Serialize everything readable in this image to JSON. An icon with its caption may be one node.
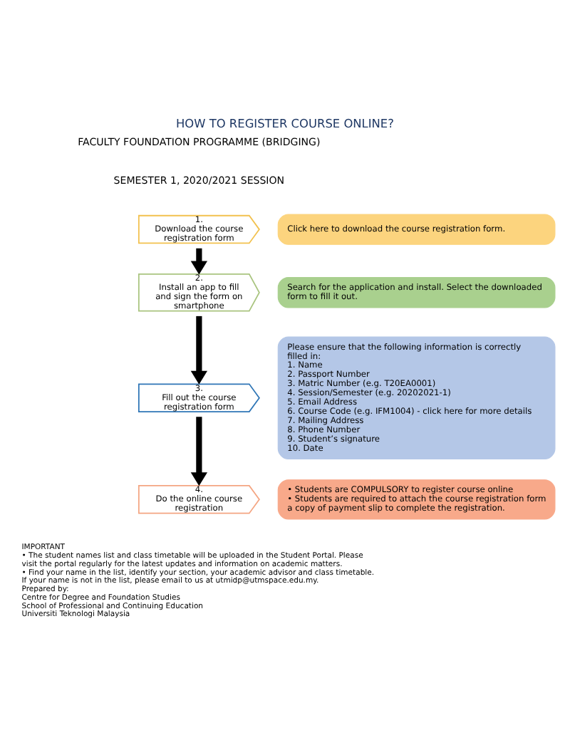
{
  "diagram": {
    "title": "HOW TO REGISTER COURSE ONLINE?",
    "nodes": [
      {
        "text": [
          "1.",
          "Download the course registration form"
        ]
      },
      {
        "text": [
          "Click here to download the course registration form."
        ]
      },
      {
        "text": [
          "2.",
          "Install an app to fill and sign the form on smartphone"
        ]
      },
      {
        "text": [
          "Search for the application and install. Select the downloaded form to fill it out."
        ]
      },
      {
        "text": [
          "3.",
          "Fill out the course registration form"
        ]
      },
      {
        "text": [
          "Please ensure that the following information is correctly filled in:",
          "1. Name",
          "2. Passport Number",
          "3. Matric Number (e.g. T20EA0001)",
          "4. Session/Semester (e.g. 20202021-1)",
          "5. Email Address",
          "6. Course Code (e.g. IFM1004) - click here for more details",
          "7. Mailing Address",
          "8. Phone Number",
          "9. Student’s signature",
          "10. Date"
        ]
      },
      {
        "text": [
          "4.",
          "Do the online course registration"
        ]
      },
      {
        "text": [
          "• Students are COMPULSORY to register course online",
          "• Students are required to attach the course registration form a copy of payment slip to complete the registration."
        ]
      }
    ],
    "edges": [
      {
        "from": 0,
        "to": 2,
        "arrow": "to"
      },
      {
        "from": 2,
        "to": 4,
        "arrow": "to"
      },
      {
        "from": 4,
        "to": 6,
        "arrow": "to"
      }
    ],
    "labels": [
      "FACULTY FOUNDATION PROGRAMME (BRIDGING)",
      "SEMESTER 1, 2020/2021 SESSION",
      "IMPORTANT",
      "• The student names list and class timetable will be uploaded in the Student Portal. Please visit the portal regularly for the latest updates and information on academic matters.",
      "• Find your name in the list, identify your section, your academic advisor and class timetable. If your name is not in the list, please email to us at utmidp@utmspace.edu.my.",
      "Prepared by:",
      "Centre for Degree and Foundation Studies",
      "School of Professional and Continuing Education",
      "Universiti Teknologi Malaysia"
    ]
  }
}
